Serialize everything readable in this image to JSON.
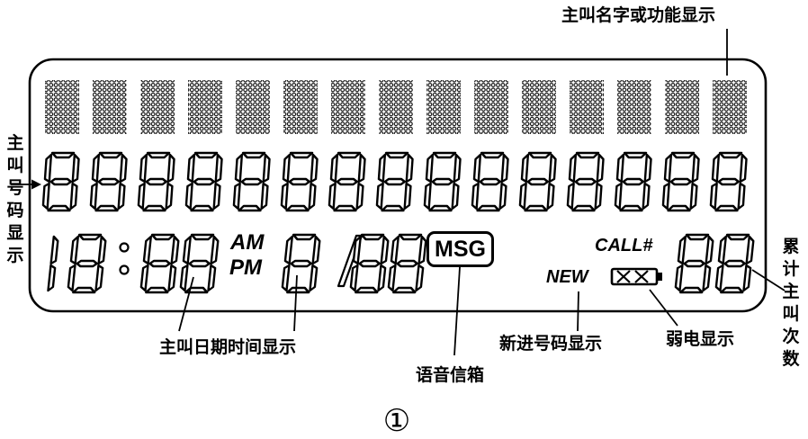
{
  "labels": {
    "caller_name_display": "主叫名字或功能显示",
    "caller_number_display": "主叫号码显示",
    "call_datetime_display": "主叫日期时间显示",
    "voice_mailbox": "语音信箱",
    "new_number_display": "新进号码显示",
    "low_battery_display": "弱电显示",
    "cumulative_call_count": "累计主叫次数"
  },
  "lcd": {
    "am": "AM",
    "pm": "PM",
    "msg": "MSG",
    "call_hash": "CALL#",
    "new": "NEW",
    "time_hour_tens": "1",
    "date_separator": "/"
  },
  "figure_number": "①"
}
